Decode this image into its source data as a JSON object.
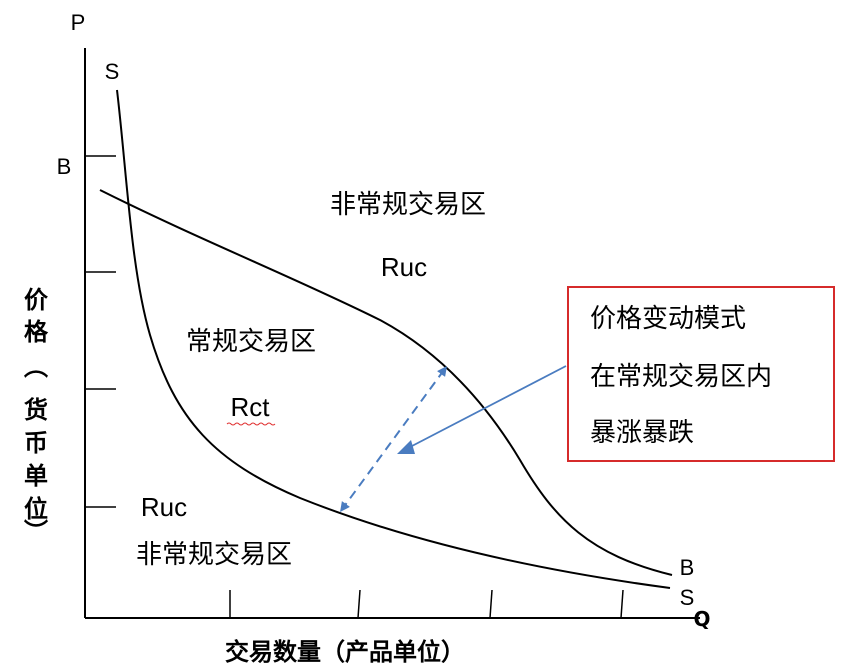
{
  "axes": {
    "y_axis_letter": "P",
    "x_axis_letter": "Q",
    "y_axis_title_chars": [
      "价",
      "格",
      "︵",
      "货",
      "币",
      "单",
      "位",
      "︶"
    ],
    "x_axis_title": "交易数量（产品单位）"
  },
  "curves": {
    "s_top_label": "S",
    "s_bottom_label": "S",
    "b_top_label": "B",
    "b_bottom_label": "B"
  },
  "regions": {
    "upper_region_title": "非常规交易区",
    "upper_region_code": "Ruc",
    "middle_region_title": "常规交易区",
    "middle_region_code": "Rct",
    "lower_region_code": "Ruc",
    "lower_region_title": "非常规交易区"
  },
  "callout": {
    "lines": [
      "价格变动模式",
      "在常规交易区内",
      "暴涨暴跌"
    ],
    "border_color": "#d62b2b"
  },
  "colors": {
    "axis": "#000000",
    "arrow": "#4a7cc0",
    "squiggle": "#e03030"
  }
}
